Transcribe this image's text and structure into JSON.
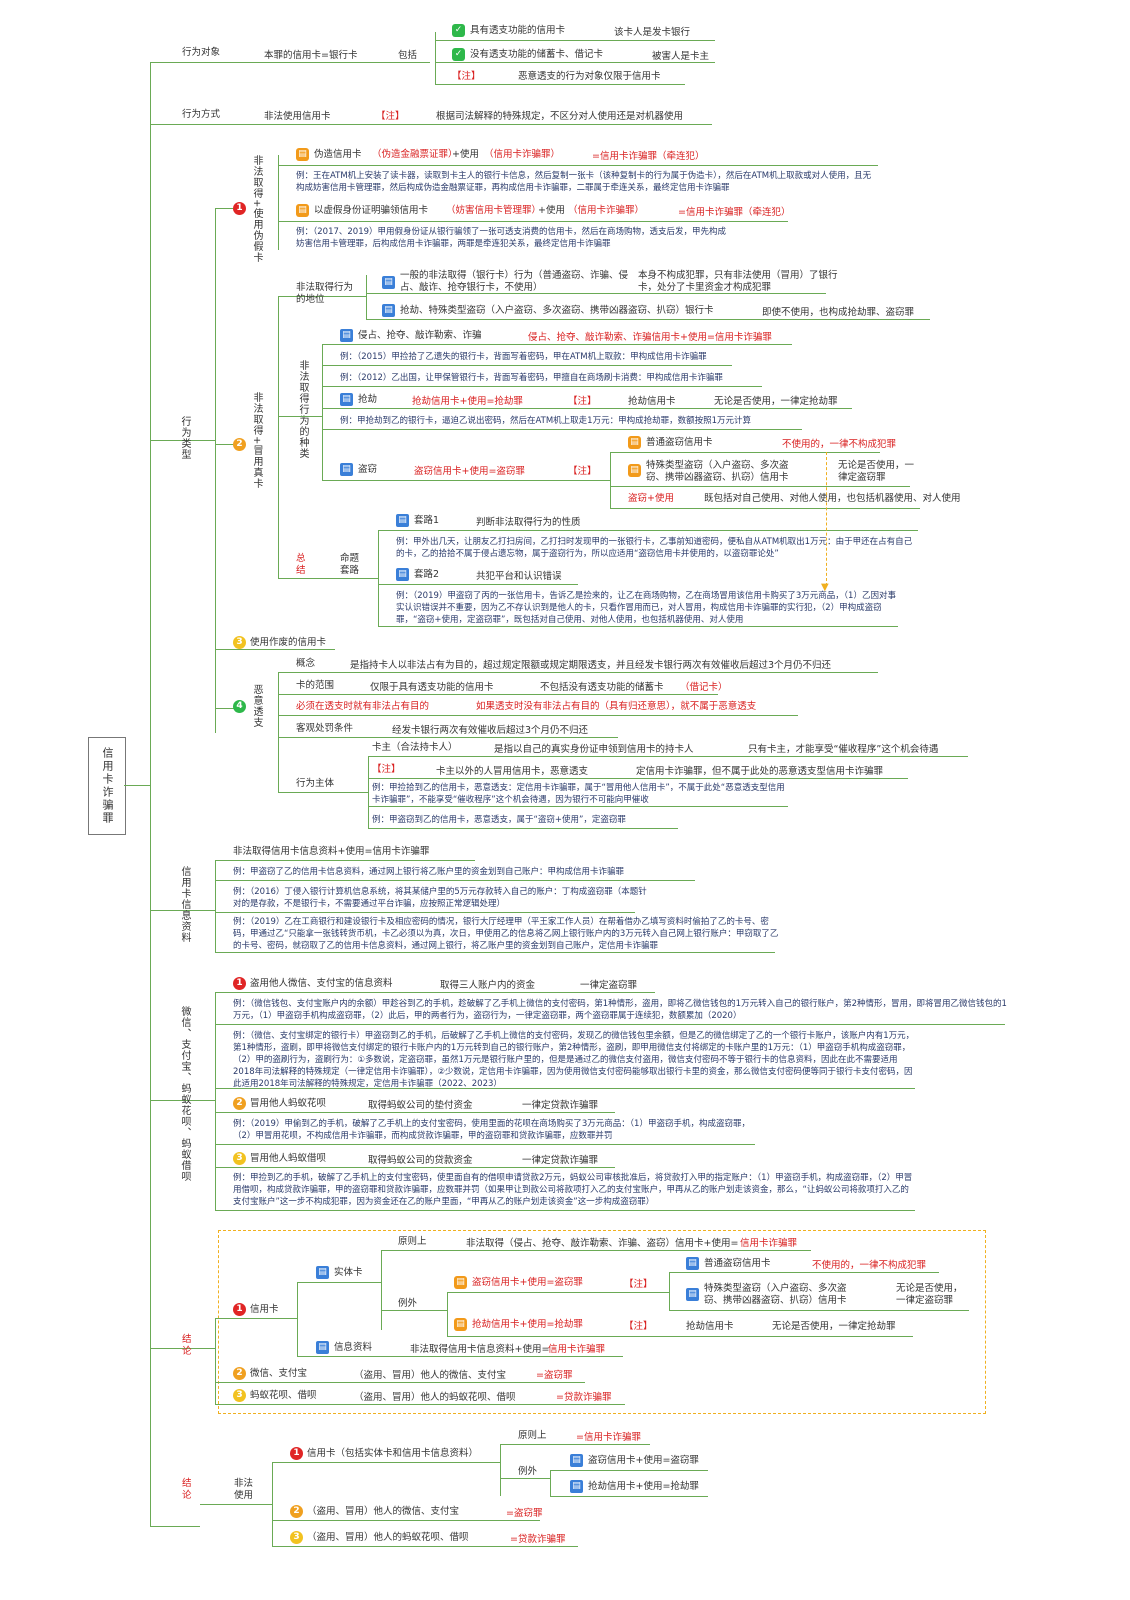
{
  "root": "信用卡诈骗罪",
  "object": {
    "label": "行为对象",
    "scope": "本罪的信用卡=银行卡",
    "include": "包括",
    "item1": "具有透支功能的信用卡",
    "item1_note": "该卡人是发卡银行",
    "item2": "没有透支功能的储蓄卡、借记卡",
    "item2_note": "被害人是卡主",
    "note_tag": "【注】",
    "note_text": "恶意透支的行为对象仅限于信用卡"
  },
  "method": {
    "label": "行为方式",
    "text": "非法使用信用卡",
    "note_tag": "【注】",
    "note_text": "根据司法解释的特殊规定，不区分对人使用还是对机器使用"
  },
  "types": {
    "label": "行为类型",
    "t1": {
      "num": "1",
      "label": "非法取得+使用伪假卡",
      "a_head": "伪造信用卡",
      "a_head2": "（伪造金融票证罪）",
      "a_mid": "+使用",
      "a_mid2": "（信用卡诈骗罪）",
      "a_res": "=信用卡诈骗罪（牵连犯）",
      "a_ex": "例：王在ATM机上安装了读卡器，读取到卡主人的银行卡信息，然后复制一张卡（该种复制卡的行为属于伪造卡），然后在ATM机上取款或对人使用，且无构成妨害信用卡管理罪，然后构成伪造金融票证罪，再构成信用卡诈骗罪，二罪属于牵连关系，最终定信用卡诈骗罪",
      "b_head": "以虚假身份证明骗领信用卡",
      "b_head2": "（妨害信用卡管理罪）",
      "b_mid": "+使用",
      "b_mid2": "（信用卡诈骗罪）",
      "b_res": "=信用卡诈骗罪（牵连犯）",
      "b_ex": "例：（2017、2019）甲用假身份证从银行骗领了一张可透支消费的信用卡，然后在商场购物，透支后发，甲先构成妨害信用卡管理罪，后构成信用卡诈骗罪，两罪是牵连犯关系，最终定信用卡诈骗罪"
    },
    "t2": {
      "num": "2",
      "label": "非法取得+冒用真卡",
      "status_label": "非法取得行为的地位",
      "s1": "一般的非法取得（银行卡）行为（普通盗窃、诈骗、侵占、敲诈、抢夺银行卡，不使用）",
      "s1_res": "本身不构成犯罪，只有非法使用（冒用）了银行卡，处分了卡里资金才构成犯罪",
      "s2": "抢劫、特殊类型盗窃（入户盗窃、多次盗窃、携带凶器盗窃、扒窃）银行卡",
      "s2_res": "即使不使用，也构成抢劫罪、盗窃罪",
      "cat_label": "非法取得行为的种类",
      "c1": "侵占、抢夺、敲诈勒索、诈骗",
      "c1_res": "侵占、抢夺、敲诈勒索、诈骗信用卡+使用=信用卡诈骗罪",
      "c1_ex1": "例：（2015）甲捡拾了乙遗失的银行卡，背面写着密码，甲在ATM机上取款：甲构成信用卡诈骗罪",
      "c1_ex2": "例：（2012）乙出国，让甲保管银行卡，背面写着密码，甲擅自在商场刷卡消费：甲构成信用卡诈骗罪",
      "c2": "抢劫",
      "c2_res": "抢劫信用卡+使用=抢劫罪",
      "c2_tag": "【注】",
      "c2_note": "抢劫信用卡",
      "c2_note2": "无论是否使用，一律定抢劫罪",
      "c2_ex": "例：甲抢劫到乙的银行卡，逼迫乙说出密码，然后在ATM机上取走1万元：甲构成抢劫罪，数额按照1万元计算",
      "c3": "盗窃",
      "c3_res": "盗窃信用卡+使用=盗窃罪",
      "c3_tag": "【注】",
      "c3_n1": "普通盗窃信用卡",
      "c3_n1_res": "不使用的，一律不构成犯罪",
      "c3_n2": "特殊类型盗窃（入户盗窃、多次盗窃、携带凶器盗窃、扒窃）信用卡",
      "c3_n2_res": "无论是否使用，一律定盗窃罪",
      "c3_n3": "盗窃+使用",
      "c3_n3_res": "既包括对自己使用、对他人使用，也包括机器使用、对人使用",
      "sum_label": "总结",
      "route_label": "命题套路",
      "r1": "套路1",
      "r1_res": "判断非法取得行为的性质",
      "r1_ex": "例：甲外出几天，让朋友乙打扫房间，乙打扫时发现甲的一张银行卡，乙事前知道密码，便私自从ATM机取出1万元：由于甲还在占有自己的卡，乙的拾拾不属于侵占遗忘物，属于盗窃行为，所以应适用“盗窃信用卡并使用的，以盗窃罪论处”",
      "r2": "套路2",
      "r2_res": "共犯平台和认识错误",
      "r2_ex": "例：（2019）甲盗窃了丙的一张信用卡，告诉乙是捡来的，让乙在商场购物，乙在商场冒用该信用卡购买了3万元商品，（1）乙因对事实认识错误并不重要，因为乙不存认识到是他人的卡，只看作冒用而已，对人冒用，构成信用卡诈骗罪的实行犯，（2）甲构成盗窃罪，“盗窃+使用，定盗窃罪”，既包括对自己使用、对他人使用，也包括机器使用、对人使用"
    },
    "t3": {
      "num": "3",
      "label": "使用作废的信用卡"
    },
    "t4": {
      "num": "4",
      "label": "恶意透支",
      "concept_label": "概念",
      "concept": "是指持卡人以非法占有为目的，超过规定限额或规定期限透支，并且经发卡银行两次有效催收后超过3个月仍不归还",
      "obj_label": "卡的范围",
      "obj": "仅限于具有透支功能的信用卡",
      "obj2": "不包括没有透支功能的储蓄卡",
      "obj2_tag": "（借记卡）",
      "purpose": "必须在透支时就有非法占有目的",
      "purpose2": "如果透支时没有非法占有目的（具有归还意思），就不属于恶意透支",
      "cond_label": "客观处罚条件",
      "cond": "经发卡银行两次有效催收后超过3个月仍不归还",
      "subj_label": "行为主体",
      "subj1": "卡主（合法持卡人）",
      "subj1_res": "是指以自己的真实身份证申领到信用卡的持卡人",
      "subj1_note": "只有卡主，才能享受“催收程序”这个机会待遇",
      "subj2_tag": "【注】",
      "subj2": "卡主以外的人冒用信用卡，恶意透支",
      "subj2_res": "定信用卡诈骗罪，但不属于此处的恶意透支型信用卡诈骗罪",
      "subj_ex1": "例：甲捡拾到乙的信用卡，恶意透支：定信用卡诈骗罪，属于“冒用他人信用卡”，不属于此处“恶意透支型信用卡诈骗罪”，不能享受“催收程序”这个机会待遇，因为银行不可能向甲催收",
      "subj_ex2": "例：甲盗窃到乙的信用卡，恶意透支，属于“盗窃+使用”，定盗窃罪"
    }
  },
  "info": {
    "label": "信用卡信息资料",
    "head": "非法取得信用卡信息资料+使用=信用卡诈骗罪",
    "ex1": "例：甲盗窃了乙的信用卡信息资料，通过网上银行将乙账户里的资金划到自己账户：甲构成信用卡诈骗罪",
    "ex2": "例：（2016）丁侵入银行计算机信息系统，将其某储户里的5万元存款转入自己的账户：丁构成盗窃罪（本题针对的是存款，不是银行卡，不需要通过平台诈骗，应按照正常逻辑处理）",
    "ex3": "例：（2019）乙在工商银行和建设银行卡及相应密码的情况，银行大厅经理甲（平王家工作人员）在帮着借办乙填写资料时偷拍了乙的卡号、密码，甲通过乙“只能拿一张钱转货币机，卡乙必须以为真，次日，甲使用乙的信息将乙网上银行账户内的3万元转入自己网上银行账户：甲窃取了乙的卡号、密码，就窃取了乙的信用卡信息资料，通过网上银行，将乙账户里的资金划到自己账户，定信用卡诈骗罪"
  },
  "wx": {
    "label": "微信、支付宝、蚂蚁花呗、蚂蚁借呗",
    "w1_num": "1",
    "w1": "盗用他人微信、支付宝的信息资料",
    "w1_res": "取得三人账户内的资金",
    "w1_res2": "一律定盗窃罪",
    "w1_ex1": "例：（微信钱包、支付宝账户内的余额）甲趁谷到乙的手机，趁破解了乙手机上微信的支付密码，第1种情形，盗用，即将乙微信钱包的1万元转入自己的银行账户，第2种情形，冒用，即将冒用乙微信钱包的1万元，（1）甲盗窃手机构成盗窃罪，（2）此后，甲的两者行为，盗窃行为，一律定盗窃罪，两个盗窃罪属于连续犯，数额累加（2020）",
    "w1_ex2": "例：（微信、支付宝绑定的银行卡）甲盗窃到乙的手机，后破解了乙手机上微信的支付密码，发现乙的微信钱包里余额，但是乙的微信绑定了乙的一个银行卡账户，该账户内有1万元，第1种情形，盗刷，即甲将微信支付绑定的银行卡账户内的1万元转到自己的银行账户，第2种情形，盗刷，即甲用微信支付将绑定的卡账户里的1万元：（1）甲盗窃手机构成盗窃罪，（2）甲的盗刷行为，盗刷行为：①多数说，定盗窃罪，虽然1万元是银行账户里的，但是是通过乙的微信支付盗用，微信支付密码不等于银行卡的信息资料，因此在此不需要适用2018年司法解释的特殊规定（一律定信用卡诈骗罪），②少数说，定信用卡诈骗罪，因为使用微信支付密码能够取出银行卡里的资金，那么微信支付密码便等同于银行卡支付密码，因此适用2018年司法解释的特殊规定，定信用卡诈骗罪（2022、2023）",
    "w2_num": "2",
    "w2": "冒用他人蚂蚁花呗",
    "w2_res": "取得蚂蚁公司的垫付资金",
    "w2_res2": "一律定贷款诈骗罪",
    "w2_ex": "例：（2019）甲偷到乙的手机，破解了乙手机上的支付宝密码，使用里面的花呗在商场购买了3万元商品：（1）甲盗窃手机，构成盗窃罪，（2）甲冒用花呗，不构成信用卡诈骗罪，而构成贷款诈骗罪，甲的盗窃罪和贷款诈骗罪，应数罪并罚",
    "w3_num": "3",
    "w3": "冒用他人蚂蚁借呗",
    "w3_res": "取得蚂蚁公司的贷款资金",
    "w3_res2": "一律定贷款诈骗罪",
    "w3_ex": "例：甲捡到乙的手机，破解了乙手机上的支付宝密码，使里面自有的借呗申请贷款2万元，蚂蚁公司审核批准后，将贷款打入甲的指定账户：（1）甲盗窃手机，构成盗窃罪，（2）甲冒用借呗，构成贷款诈骗罪，甲的盗窃罪和贷款诈骗罪，应数罪并罚（如果甲让到款公司将款项打入乙的支付宝账户，甲再从乙的账户划走该资金，那么，“让蚂蚁公司将款项打入乙的支付宝账户”这一步不构成犯罪，因为资金还在乙的账户里面，“甲再从乙的账户划走该资金”这一步构成盗窃罪）"
  },
  "concl1": {
    "label": "结论",
    "c1_num": "1",
    "c1": "信用卡",
    "entity": "实体卡",
    "principle_label": "原则上",
    "principle": "非法取得（侵占、抢夺、敲诈勒索、诈骗、盗窃）信用卡+使用=",
    "principle_res": "信用卡诈骗罪",
    "exc_label": "例外",
    "exc1": "盗窃信用卡+使用=盗窃罪",
    "exc1_tag": "【注】",
    "exc1_n1": "普通盗窃信用卡",
    "exc1_n1_res": "不使用的，一律不构成犯罪",
    "exc1_n2": "特殊类型盗窃（入户盗窃、多次盗窃、携带凶器盗窃、扒窃）信用卡",
    "exc1_n2_res": "无论是否使用，一律定盗窃罪",
    "exc2": "抢劫信用卡+使用=抢劫罪",
    "exc2_tag": "【注】",
    "exc2_n": "抢劫信用卡",
    "exc2_n_res": "无论是否使用，一律定抢劫罪",
    "infodata": "信息资料",
    "infodata_res": "非法取得信用卡信息资料+使用=",
    "infodata_res2": "信用卡诈骗罪",
    "c2_num": "2",
    "c2": "微信、支付宝",
    "c2_res": "（盗用、冒用）他人的微信、支付宝",
    "c2_res2": "=盗窃罪",
    "c3_num": "3",
    "c3": "蚂蚁花呗、借呗",
    "c3_res": "（盗用、冒用）他人的蚂蚁花呗、借呗",
    "c3_res2": "=贷款诈骗罪"
  },
  "concl2": {
    "label": "结论",
    "use": "非法使用",
    "c1_num": "1",
    "c1": "信用卡（包括实体卡和信用卡信息资料）",
    "principle_label": "原则上",
    "principle": "=信用卡诈骗罪",
    "exc_label": "例外",
    "exc1": "盗窃信用卡+使用=盗窃罪",
    "exc2": "抢劫信用卡+使用=抢劫罪",
    "c2_num": "2",
    "c2": "（盗用、冒用）他人的微信、支付宝",
    "c2_res": "=盗窃罪",
    "c3_num": "3",
    "c3": "（盗用、冒用）他人的蚂蚁花呗、借呗",
    "c3_res": "=贷款诈骗罪"
  },
  "colors": {
    "line": "#6aaa55",
    "red": "#d92020",
    "check": "#2eb84a",
    "book": "#3a7fd8",
    "orange": "#f29a1a"
  }
}
